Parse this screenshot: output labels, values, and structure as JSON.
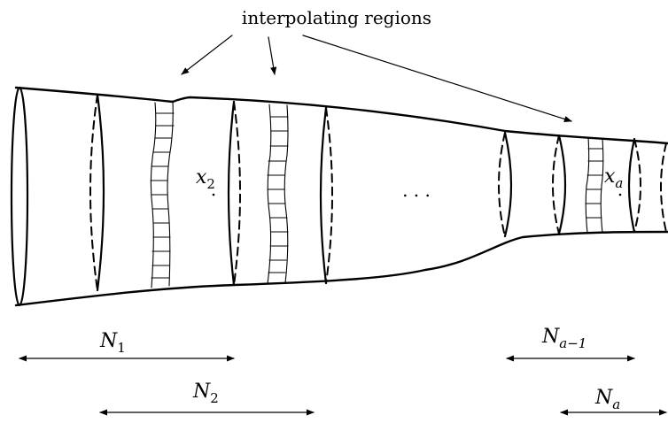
{
  "diagram": {
    "caption_label": "interpolating regions",
    "point_labels": [
      {
        "var": "x",
        "sub": "2"
      },
      {
        "var": "x",
        "sub": "a"
      }
    ],
    "ellipsis": ". . .",
    "intervals": [
      {
        "var": "N",
        "sub": "1"
      },
      {
        "var": "N",
        "sub": "2"
      },
      {
        "var": "N",
        "sub": "a−1"
      },
      {
        "var": "N",
        "sub": "a"
      }
    ]
  }
}
